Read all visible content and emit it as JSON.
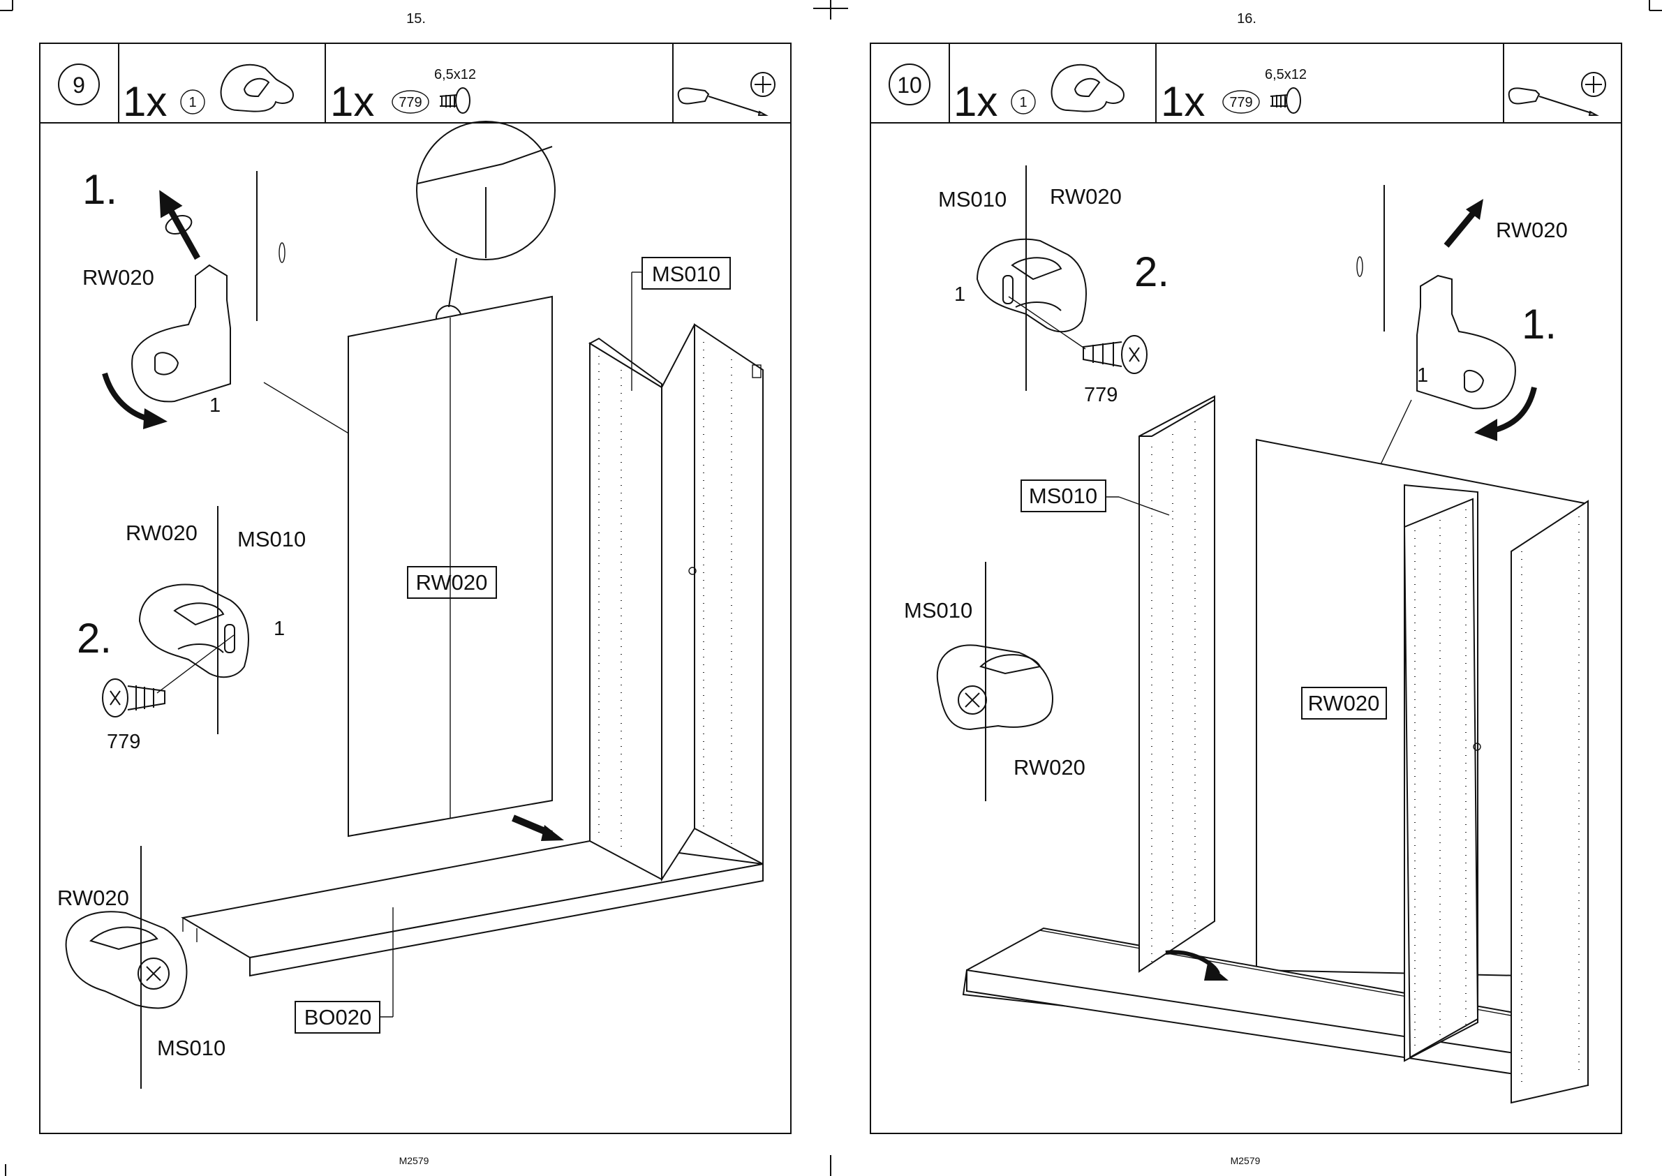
{
  "pages": [
    {
      "page_number": "15.",
      "footer_code": "M2579",
      "step_number": "9",
      "parts": [
        {
          "quantity": "1x",
          "part_id": "1",
          "icon": "cam-bracket-icon"
        },
        {
          "quantity": "1x",
          "part_id": "779",
          "size": "6,5x12",
          "icon": "screw-icon"
        }
      ],
      "tool_icons": [
        "screwdriver-icon",
        "phillips-head-icon"
      ],
      "callouts": {
        "sub1": "1.",
        "sub2": "2.",
        "part_rw020_a": "RW020",
        "part_1_a": "1",
        "part_rw020_b": "RW020",
        "part_ms010_b": "MS010",
        "part_1_b": "1",
        "part_779_b": "779",
        "part_rw020_c": "RW020",
        "part_ms010_c": "MS010",
        "box_ms010": "MS010",
        "box_rw020": "RW020",
        "box_bo020": "BO020"
      }
    },
    {
      "page_number": "16.",
      "footer_code": "M2579",
      "step_number": "10",
      "parts": [
        {
          "quantity": "1x",
          "part_id": "1",
          "icon": "cam-bracket-icon"
        },
        {
          "quantity": "1x",
          "part_id": "779",
          "size": "6,5x12",
          "icon": "screw-icon"
        }
      ],
      "tool_icons": [
        "screwdriver-icon",
        "phillips-head-icon"
      ],
      "callouts": {
        "part_ms010_a": "MS010",
        "part_rw020_a": "RW020",
        "sub2": "2.",
        "part_1_a": "1",
        "part_779_a": "779",
        "part_rw020_b": "RW020",
        "sub1": "1.",
        "part_1_b": "1",
        "part_ms010_c": "MS010",
        "part_rw020_c": "RW020",
        "box_ms010": "MS010",
        "box_rw020": "RW020"
      }
    }
  ]
}
